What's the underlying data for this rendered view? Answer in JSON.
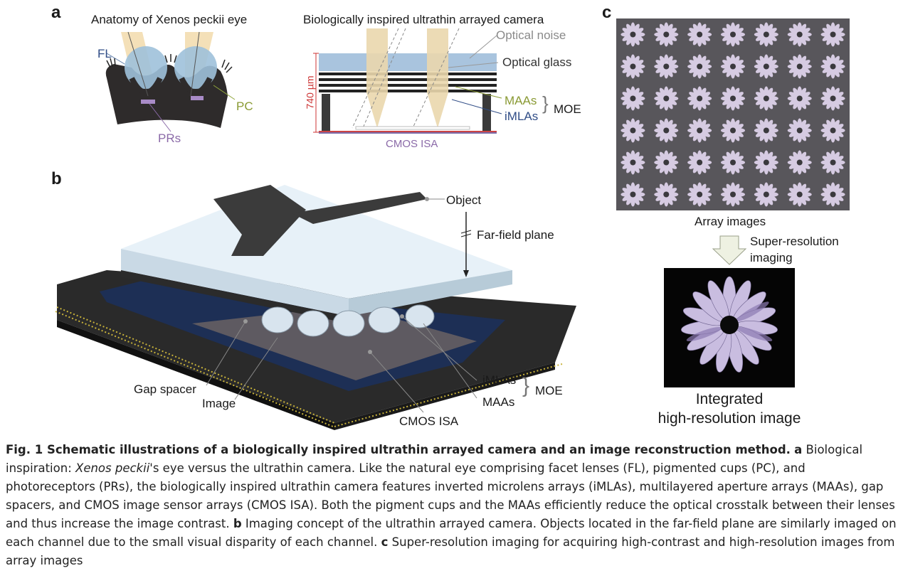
{
  "panel_a": {
    "label": "a",
    "left_title": "Anatomy of Xenos peckii eye",
    "fl": "FL",
    "pc": "PC",
    "prs": "PRs",
    "right_title": "Biologically inspired ultrathin arrayed camera",
    "optical_noise": "Optical noise",
    "optical_glass": "Optical glass",
    "dimension": "740 µm",
    "maas": "MAAs",
    "imlas": "iMLAs",
    "moe": "MOE",
    "cmos": "CMOS ISA"
  },
  "panel_b": {
    "label": "b",
    "object": "Object",
    "far_field": "Far-field plane",
    "imlas": "iMLAs",
    "maas": "MAAs",
    "moe": "MOE",
    "gap_spacer": "Gap spacer",
    "image": "Image",
    "cmos": "CMOS ISA"
  },
  "panel_c": {
    "label": "c",
    "array_images": "Array images",
    "super_res_1": "Super-resolution",
    "super_res_2": "imaging",
    "integrated_1": "Integrated",
    "integrated_2": "high-resolution image"
  },
  "caption": {
    "fig_title": "Fig. 1 Schematic illustrations of a biologically inspired ultrathin arrayed camera and an image reconstruction method.",
    "a_label": "a",
    "a_text_1": " Biological inspiration: ",
    "a_species": "Xenos peckii",
    "a_text_2": "'s eye versus the ultrathin camera. Like the natural eye comprising facet lenses (FL), pigmented cups (PC), and photoreceptors (PRs), the biologically inspired ultrathin camera features inverted microlens arrays (iMLAs), multilayered aperture arrays (MAAs), gap spacers, and CMOS image sensor arrays (CMOS ISA). Both the pigment cups and the MAAs efficiently reduce the optical crosstalk between their lenses and thus increase the image contrast. ",
    "b_label": "b",
    "b_text": " Imaging concept of the ultrathin arrayed camera. Objects located in the far-field plane are similarly imaged on each channel due to the small visual disparity of each channel. ",
    "c_label": "c",
    "c_text": " Super-resolution imaging for acquiring high-contrast and high-resolution images from array images"
  }
}
